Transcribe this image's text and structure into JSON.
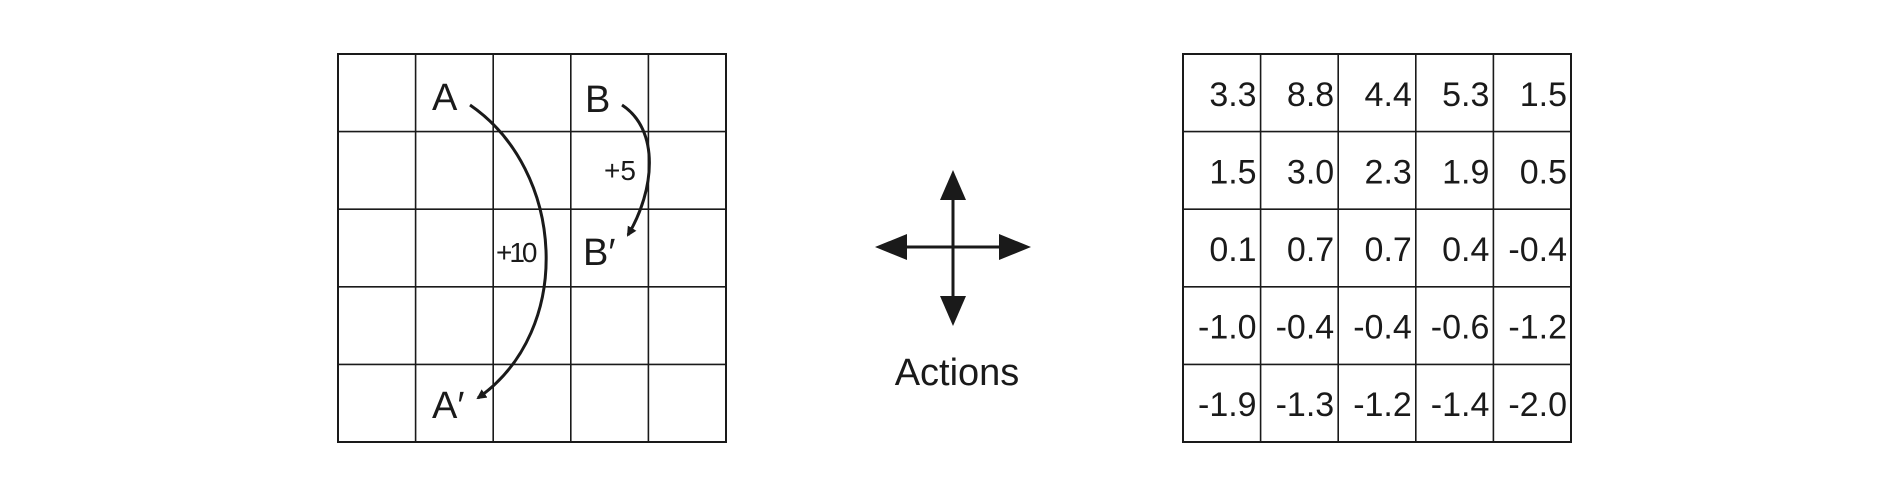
{
  "gridworld": {
    "cell_labels": {
      "a": "A",
      "b": "B",
      "a_prime": "A′",
      "b_prime": "B′"
    },
    "transitions": [
      {
        "from": "A",
        "to": "A′",
        "reward": "+10"
      },
      {
        "from": "B",
        "to": "B′",
        "reward": "+5"
      }
    ]
  },
  "actions": {
    "label": "Actions",
    "directions": [
      "up",
      "down",
      "left",
      "right"
    ]
  },
  "value_table": {
    "rows": [
      [
        "3.3",
        "8.8",
        "4.4",
        "5.3",
        "1.5"
      ],
      [
        "1.5",
        "3.0",
        "2.3",
        "1.9",
        "0.5"
      ],
      [
        "0.1",
        "0.7",
        "0.7",
        "0.4",
        "-0.4"
      ],
      [
        "-1.0",
        "-0.4",
        "-0.4",
        "-0.6",
        "-1.2"
      ],
      [
        "-1.9",
        "-1.3",
        "-1.2",
        "-1.4",
        "-2.0"
      ]
    ]
  },
  "colors": {
    "ink": "#1a1a1a",
    "background": "#ffffff"
  }
}
